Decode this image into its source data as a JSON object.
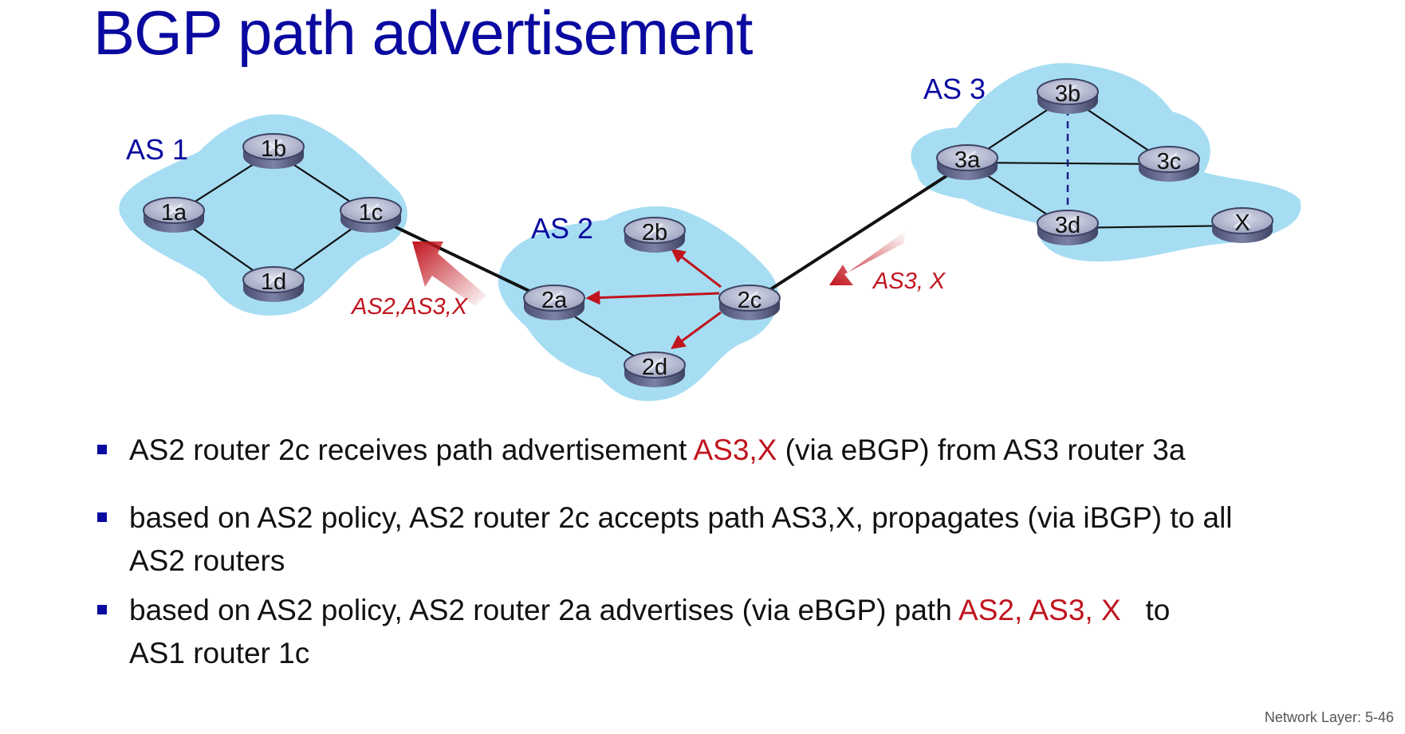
{
  "title": "BGP path advertisement",
  "diagram": {
    "as_labels": {
      "as1": "AS 1",
      "as2": "AS 2",
      "as3": "AS 3"
    },
    "routers": {
      "r1a": "1a",
      "r1b": "1b",
      "r1c": "1c",
      "r1d": "1d",
      "r2a": "2a",
      "r2b": "2b",
      "r2c": "2c",
      "r2d": "2d",
      "r3a": "3a",
      "r3b": "3b",
      "r3c": "3c",
      "r3d": "3d",
      "rx": "X"
    },
    "advertisements": {
      "from_as3": "AS3, X",
      "from_as2": "AS2,AS3,X"
    },
    "colors": {
      "cloud": "#A6DDF3",
      "title": "#0A0AA0",
      "advertisement": "#C0141E"
    }
  },
  "bullets": [
    {
      "prefix": "AS2 router 2c receives path advertisement ",
      "highlight": "AS3,X",
      "suffix": " (via eBGP) from AS3 router 3a"
    },
    {
      "line1": "based on AS2 policy, AS2 router 2c accepts path AS3,X, propagates (via iBGP) to all",
      "line2": "AS2 routers"
    },
    {
      "prefix": "based on AS2 policy,  AS2 router 2a advertises (via eBGP)  path ",
      "highlight": "AS2, AS3, X",
      "suffix": "   to",
      "line2": "AS1 router 1c"
    }
  ],
  "footer": "Network Layer: 5-46"
}
